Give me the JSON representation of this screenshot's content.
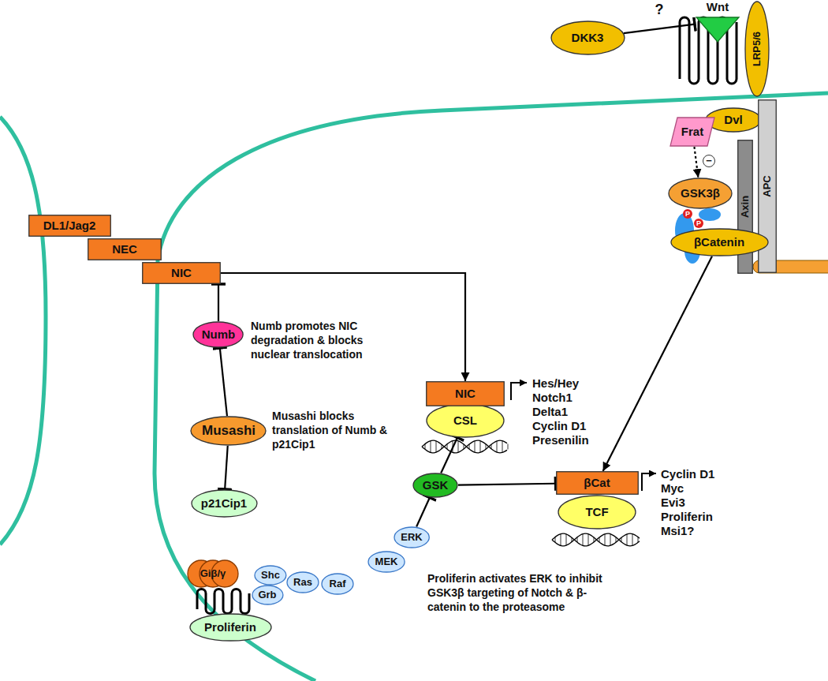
{
  "diagram": {
    "nodes": [
      {
        "text": [
          "DKK3"
        ]
      },
      {
        "text": [
          "Wnt"
        ]
      },
      {
        "text": [
          "LRP5/6"
        ]
      },
      {
        "text": [
          "Dvl"
        ]
      },
      {
        "text": [
          "Frat"
        ]
      },
      {
        "text": [
          "Axin"
        ]
      },
      {
        "text": [
          "APC"
        ]
      },
      {
        "text": [
          "GSK3β"
        ]
      },
      {
        "text": [
          "βCatenin"
        ]
      },
      {
        "text": [
          "DL1/Jag2"
        ]
      },
      {
        "text": [
          "NEC"
        ]
      },
      {
        "text": [
          "NIC"
        ]
      },
      {
        "text": [
          "Numb"
        ]
      },
      {
        "text": [
          "Musashi"
        ]
      },
      {
        "text": [
          "p21Cip1"
        ]
      },
      {
        "text": [
          "NIC"
        ]
      },
      {
        "text": [
          "CSL"
        ]
      },
      {
        "text": [
          "GSK"
        ]
      },
      {
        "text": [
          "βCat"
        ]
      },
      {
        "text": [
          "TCF"
        ]
      },
      {
        "text": [
          "Giβ/γ"
        ]
      },
      {
        "text": [
          "Proliferin"
        ]
      },
      {
        "text": [
          "Shc"
        ]
      },
      {
        "text": [
          "Grb"
        ]
      },
      {
        "text": [
          "Ras"
        ]
      },
      {
        "text": [
          "Raf"
        ]
      },
      {
        "text": [
          "MEK"
        ]
      },
      {
        "text": [
          "ERK"
        ]
      }
    ],
    "edges": [
      {
        "from": 0,
        "to": 1,
        "arrow": "to",
        "label": "?"
      },
      {
        "from": 4,
        "to": 7,
        "arrow": "to",
        "label": "−"
      },
      {
        "from": 11,
        "to": 15,
        "arrow": "to"
      },
      {
        "from": 12,
        "to": 11,
        "arrow": "to"
      },
      {
        "from": 13,
        "to": 12,
        "arrow": "to"
      },
      {
        "from": 13,
        "to": 14,
        "arrow": "to"
      },
      {
        "from": 27,
        "to": 17,
        "arrow": "to"
      },
      {
        "from": 17,
        "to": 16,
        "arrow": "to"
      },
      {
        "from": 17,
        "to": 18,
        "arrow": "to"
      },
      {
        "from": 8,
        "to": 18,
        "arrow": "to"
      }
    ],
    "labels": [
      "Hes/Hey",
      "Notch1",
      "Delta1",
      "Cyclin D1",
      "Presenilin",
      "Cyclin D1",
      "Myc",
      "Evi3",
      "Proliferin",
      "Msi1?",
      "Numb promotes NIC degradation & blocks nuclear translocation",
      "Musashi blocks translation of Numb & p21Cip1",
      "Proliferin activates ERK to inhibit GSK3β targeting of Notch & β-catenin to the proteasome",
      "P",
      "P"
    ]
  }
}
